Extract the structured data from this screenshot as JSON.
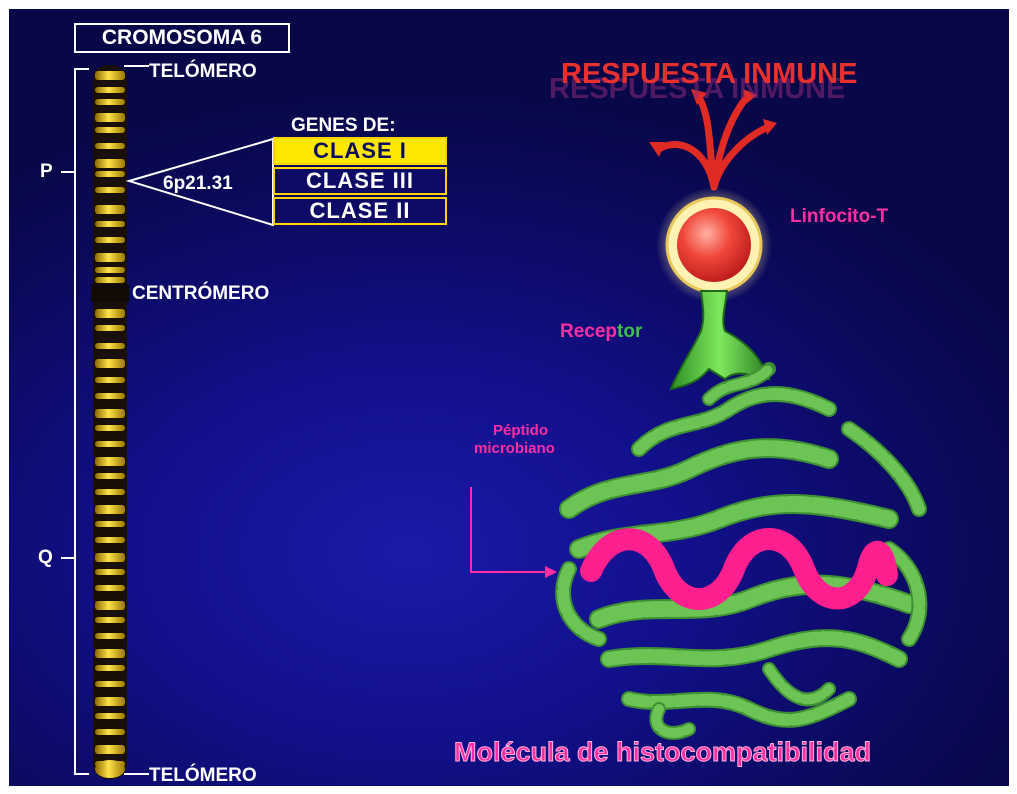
{
  "chromosome": {
    "title": "CROMOSOMA 6",
    "telomere_top": "TELÓMERO",
    "telomere_bottom": "TELÓMERO",
    "centromere": "CENTRÓMERO",
    "arm_p": "P",
    "arm_q": "Q",
    "locus": "6p21.31"
  },
  "genes": {
    "heading": "GENES DE:",
    "classes": [
      "CLASE I",
      "CLASE III",
      "CLASE II"
    ]
  },
  "immune": {
    "title": "RESPUESTA INMUNE",
    "lymphocyte": "Linfocito-T",
    "receptor_part1": "Recep",
    "receptor_part2": "tor",
    "peptide_line1": "Péptido",
    "peptide_line2": "microbiano",
    "molecule": "Molécula de histocompatibilidad"
  },
  "colors": {
    "background": "#12108a",
    "chromosome_band": "#f0c21a",
    "class_one_fill": "#ffe800",
    "title_red": "#e8312e",
    "label_pink": "#ff2fa3",
    "protein_green": "#59b847"
  }
}
